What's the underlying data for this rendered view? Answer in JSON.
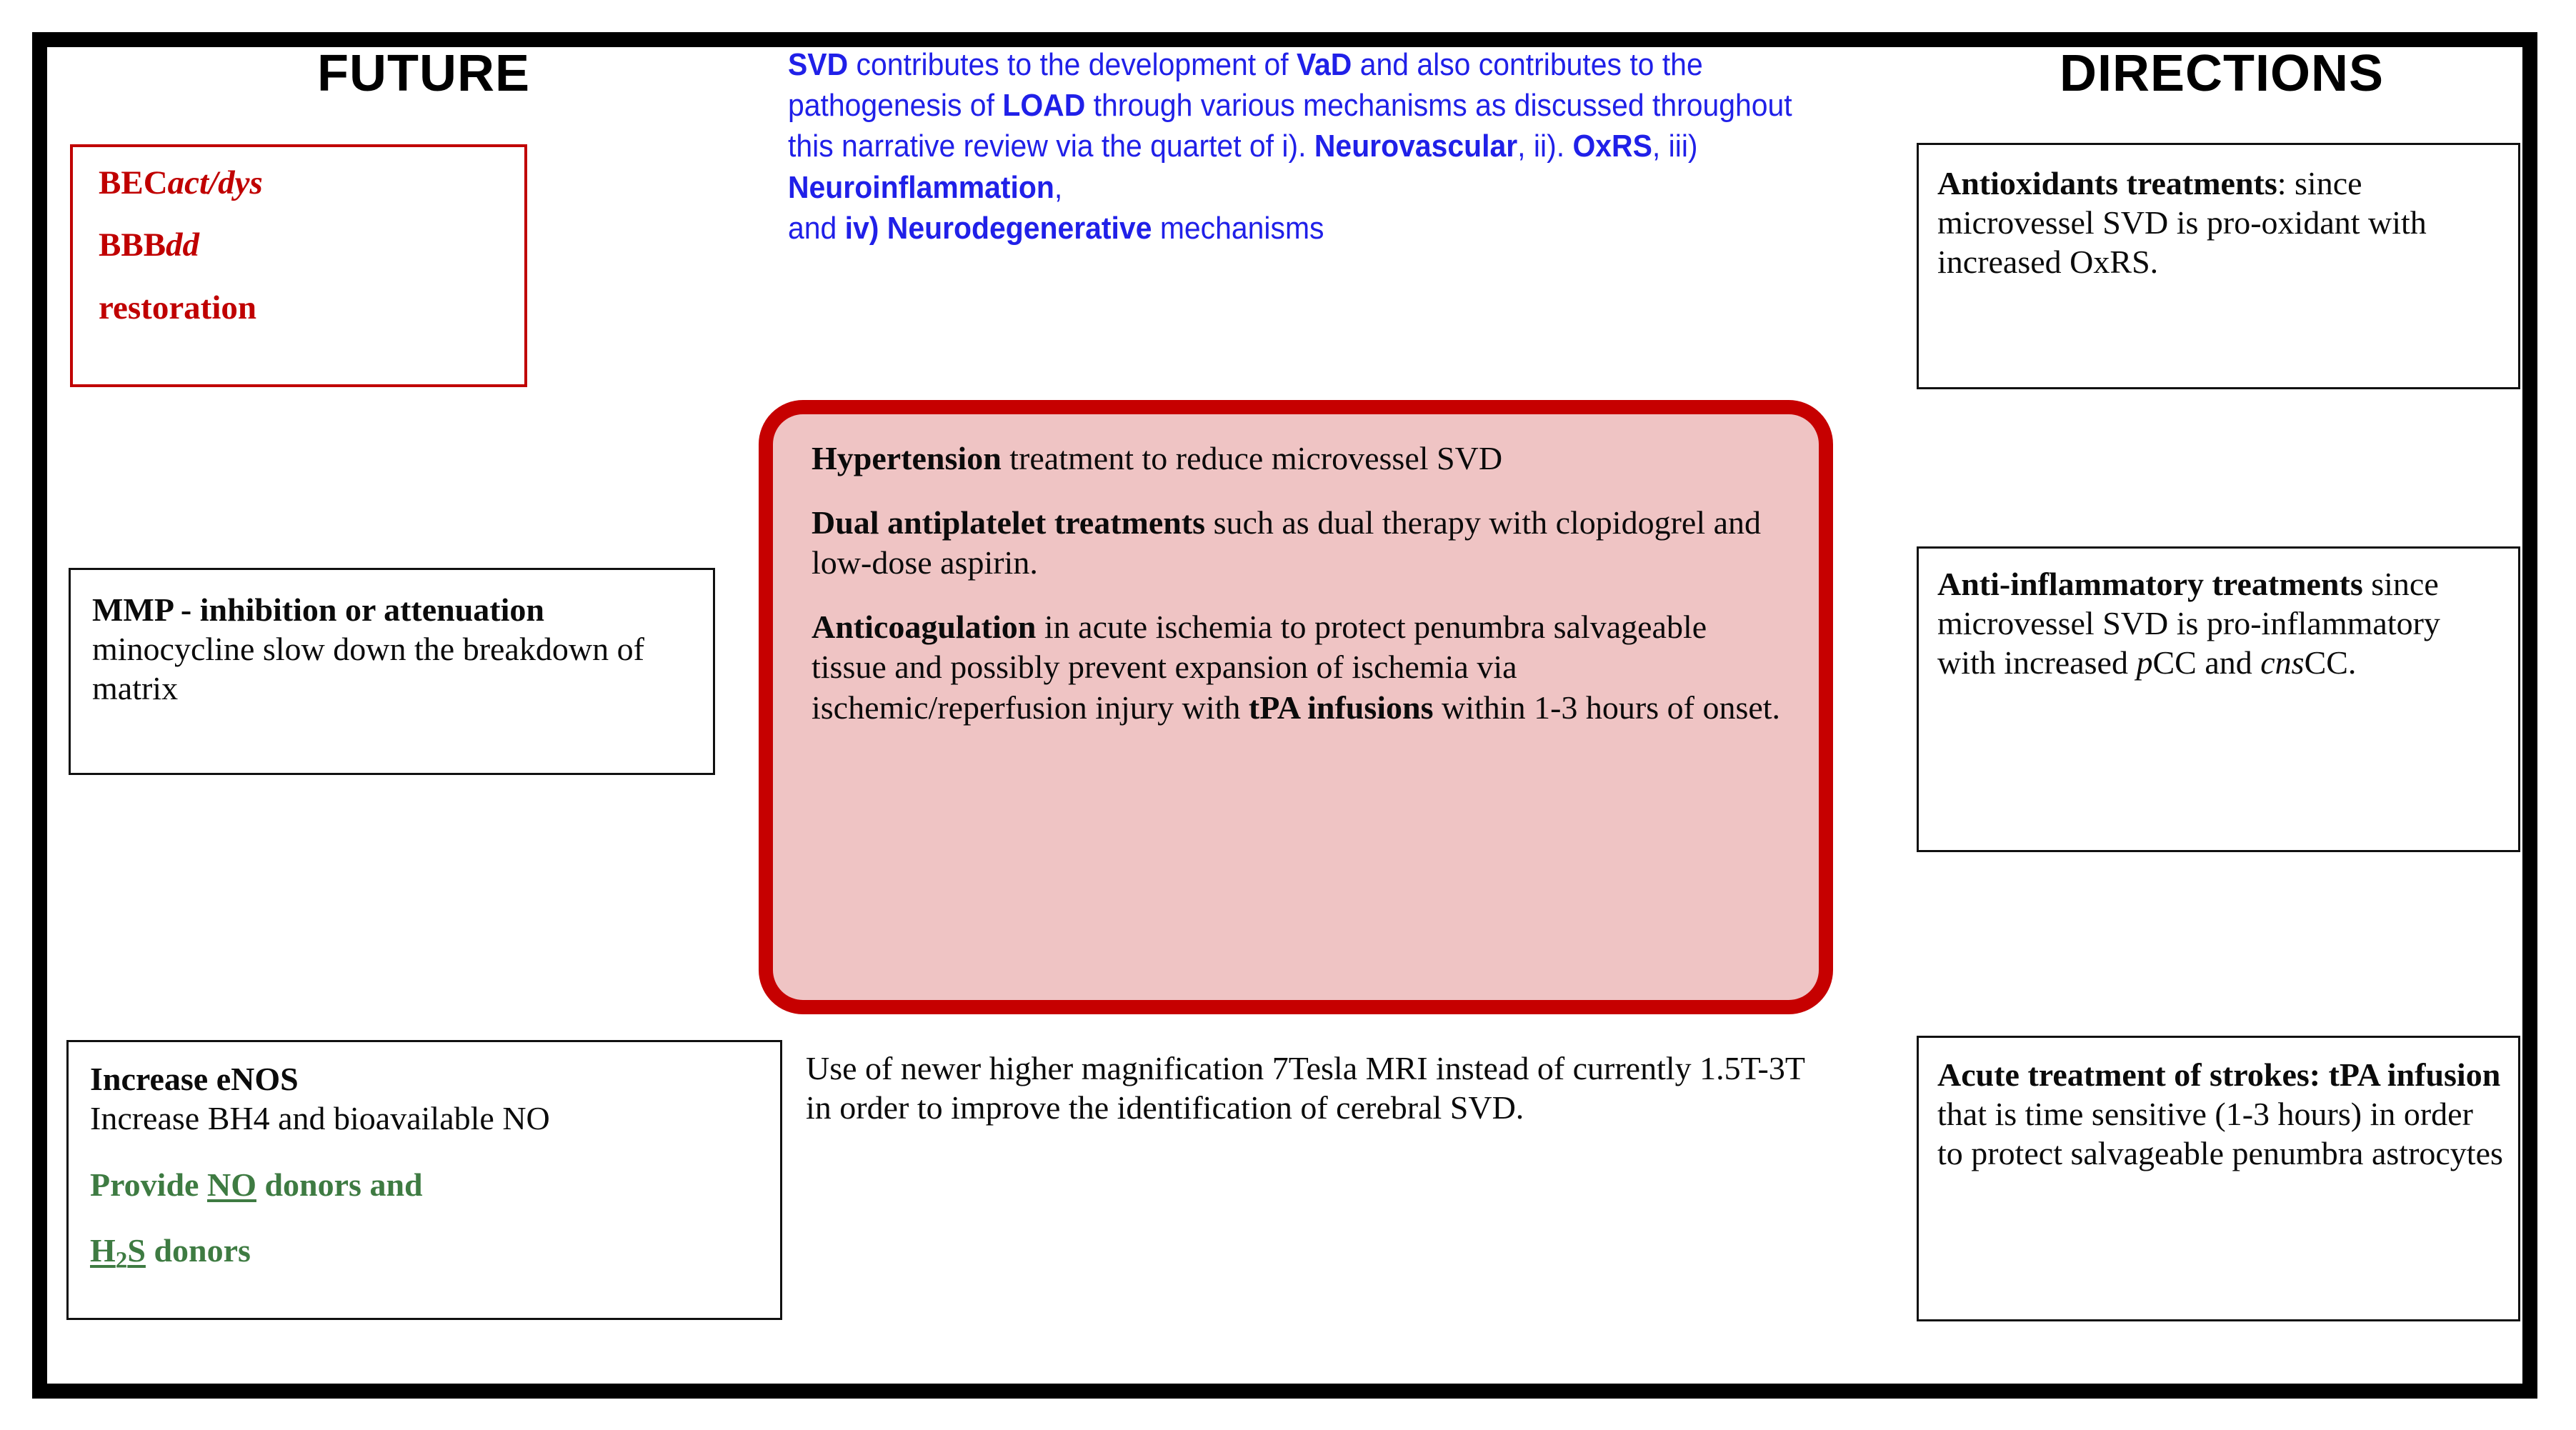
{
  "figure": {
    "left_column_title": "FUTURE",
    "right_column_title": "DIRECTIONS"
  },
  "colors": {
    "frame_black": "#000000",
    "accent_red": "#C00000",
    "callout_border_red": "#C60000",
    "callout_fill_pink": "#EFC4C4",
    "blue_text": "#2020E8",
    "green_text": "#3E7B42",
    "body_text": "#0B0B0B"
  },
  "left_column": {
    "red_box": {
      "line1_bold": "BEC",
      "line1_italic": "act/dys",
      "line2_bold": "BBB",
      "line2_italic": "dd",
      "line3": "restoration"
    },
    "mmp_box": {
      "bold_lead": "MMP - inhibition or attenuation",
      "rest": " minocycline  slow down the breakdown of matrix"
    },
    "enos_box": {
      "heading": "Increase eNOS",
      "line2": "Increase BH4 and bioavailable NO",
      "green_line1_pre": "Provide ",
      "green_line1_underlined": "NO",
      "green_line1_post": " donors and",
      "green_line2_underlined_a": "H",
      "green_line2_underlined_sub": "2",
      "green_line2_underlined_b": "S",
      "green_line2_post": " donors"
    }
  },
  "center_column": {
    "blue_paragraph": {
      "seg1_bold": "SVD",
      "seg2": " contributes to the development of ",
      "seg3_bold": "VaD",
      "seg4": " and also contributes to the pathogenesis of ",
      "seg5_bold": "LOAD",
      "seg6": " through various mechanisms as discussed throughout this narrative review via the quartet of i). ",
      "seg7_bold": "Neurovascular",
      "seg8": ", ii). ",
      "seg9_bold": "OxRS",
      "seg10": ", iii) ",
      "seg11_bold": "Neuroinflammation",
      "seg12": ",",
      "seg13": "and ",
      "seg14_bold": "iv) Neurodegenerative",
      "seg15": " mechanisms"
    },
    "callout": {
      "p1_bold": "Hypertension",
      "p1_rest": " treatment to reduce microvessel SVD",
      "p2_bold": "Dual antiplatelet treatments",
      "p2_rest": " such as dual therapy with clopidogrel and low-dose aspirin.",
      "p3_bold": "Anticoagulation",
      "p3_mid": " in acute ischemia to protect penumbra salvageable tissue and possibly prevent expansion of ischemia via ischemic/reperfusion injury with ",
      "p3_bold2": "tPA infusions",
      "p3_end": " within 1-3 hours of onset."
    },
    "mri_note": "Use of newer higher magnification 7Tesla MRI instead of currently 1.5T-3T in order to improve the identification of cerebral SVD."
  },
  "right_column": {
    "antioxidants_box": {
      "bold_lead": "Antioxidants treatments",
      "rest": ": since microvessel SVD is pro-oxidant with increased OxRS."
    },
    "antiinflammatory_box": {
      "bold_lead": "Anti-inflammatory treatments",
      "mid": " since microvessel SVD is  pro-inflammatory with increased ",
      "italic_a": "p",
      "after_a": "CC and ",
      "italic_b": "cns",
      "after_b": "CC."
    },
    "acute_stroke_box": {
      "bold_lead": "Acute treatment of strokes: tPA infusion",
      "rest": " that is time sensitive (1-3 hours) in order to protect salvageable penumbra astrocytes"
    }
  }
}
